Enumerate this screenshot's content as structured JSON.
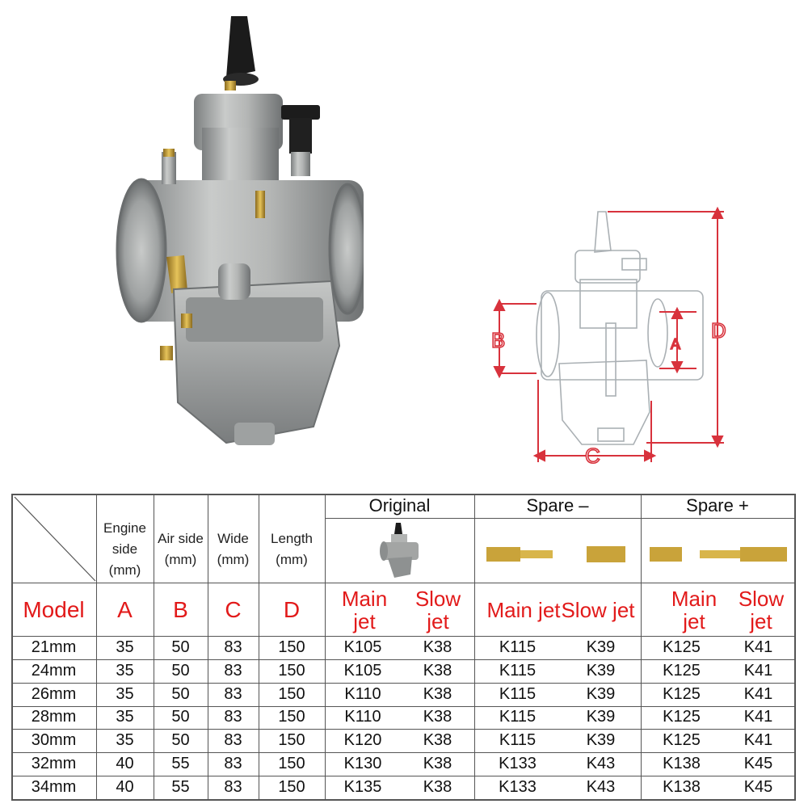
{
  "diagram": {
    "labels": {
      "a": "A",
      "b": "B",
      "c": "C",
      "d": "D"
    }
  },
  "table": {
    "col_headers": {
      "engine_side": "Engine side (mm)",
      "air_side": "Air side (mm)",
      "wide": "Wide (mm)",
      "length": "Length (mm)"
    },
    "groups": {
      "original": "Original",
      "spare_minus": "Spare –",
      "spare_plus": "Spare +"
    },
    "red_headers": {
      "model": "Model",
      "a": "A",
      "b": "B",
      "c": "C",
      "d": "D",
      "main_jet": "Main jet",
      "slow_jet": "Slow jet"
    },
    "rows": [
      [
        "21mm",
        "35",
        "50",
        "83",
        "150",
        "K105",
        "K38",
        "K115",
        "K39",
        "K125",
        "K41"
      ],
      [
        "24mm",
        "35",
        "50",
        "83",
        "150",
        "K105",
        "K38",
        "K115",
        "K39",
        "K125",
        "K41"
      ],
      [
        "26mm",
        "35",
        "50",
        "83",
        "150",
        "K110",
        "K38",
        "K115",
        "K39",
        "K125",
        "K41"
      ],
      [
        "28mm",
        "35",
        "50",
        "83",
        "150",
        "K110",
        "K38",
        "K115",
        "K39",
        "K125",
        "K41"
      ],
      [
        "30mm",
        "35",
        "50",
        "83",
        "150",
        "K120",
        "K38",
        "K115",
        "K39",
        "K125",
        "K41"
      ],
      [
        "32mm",
        "40",
        "55",
        "83",
        "150",
        "K130",
        "K38",
        "K133",
        "K43",
        "K138",
        "K45"
      ],
      [
        "34mm",
        "40",
        "55",
        "83",
        "150",
        "K135",
        "K38",
        "K133",
        "K43",
        "K138",
        "K45"
      ]
    ]
  },
  "colors": {
    "accent_red": "#e21a1a",
    "dim_line_red": "#d8323c",
    "brass": "#c9a33a",
    "metal": "#a8aaa9",
    "grid": "#555555"
  }
}
